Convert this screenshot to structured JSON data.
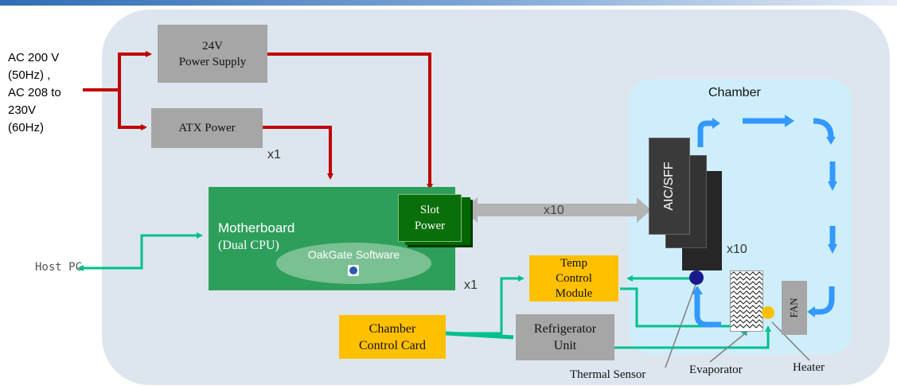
{
  "ac_input": [
    "AC 200 V",
    "(50Hz) ,",
    "AC 208 to",
    "230V",
    "(60Hz)"
  ],
  "supply_24v": [
    "24V",
    "Power Supply"
  ],
  "atx_power": "ATX Power",
  "atx_count": "x1",
  "motherboard": {
    "title": "Motherboard",
    "subtitle": "(Dual CPU)",
    "count": "x1"
  },
  "oakgate": "OakGate Software",
  "slot_power": [
    "Slot",
    "Power"
  ],
  "link_count": "x10",
  "host_pc": "Host PC",
  "chamber": {
    "title": "Chamber",
    "card_label": "AIC/SFF",
    "card_count": "x10",
    "fan": "FAN"
  },
  "temp_module": [
    "Temp",
    "Control",
    "Module"
  ],
  "chamber_card": [
    "Chamber",
    "Control Card"
  ],
  "refrigerator": [
    "Refrigerator",
    "Unit"
  ],
  "labels": {
    "thermal_sensor": "Thermal Sensor",
    "evaporator": "Evaporator",
    "heater": "Heater"
  },
  "colors": {
    "power_line": "#c00000",
    "data_line": "#00c08a",
    "airflow": "#3399ff",
    "motherboard": "#2e9e5b",
    "slot_power": "#006600"
  }
}
